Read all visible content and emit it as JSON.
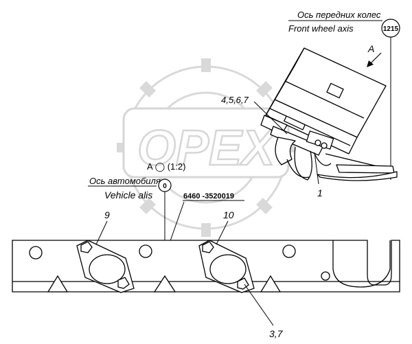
{
  "watermark": {
    "text": "OPEX"
  },
  "labels": {
    "front_axis_ru": "Ось передних колес",
    "front_axis_en": "Front wheel axis",
    "front_axis_dim": "1215",
    "view_a": "A",
    "callout_456_7": "4,5,6,7",
    "callout_1": "1",
    "view_a_scale": "A ◯ (1:2)",
    "vehicle_axis_ru": "Ось автомобиля",
    "vehicle_axis_en": "Vehicle alis",
    "vehicle_axis_dim": "0",
    "part_number": "6460 -3520019",
    "callout_9": "9",
    "callout_10": "10",
    "callout_3_7": "3,7"
  }
}
